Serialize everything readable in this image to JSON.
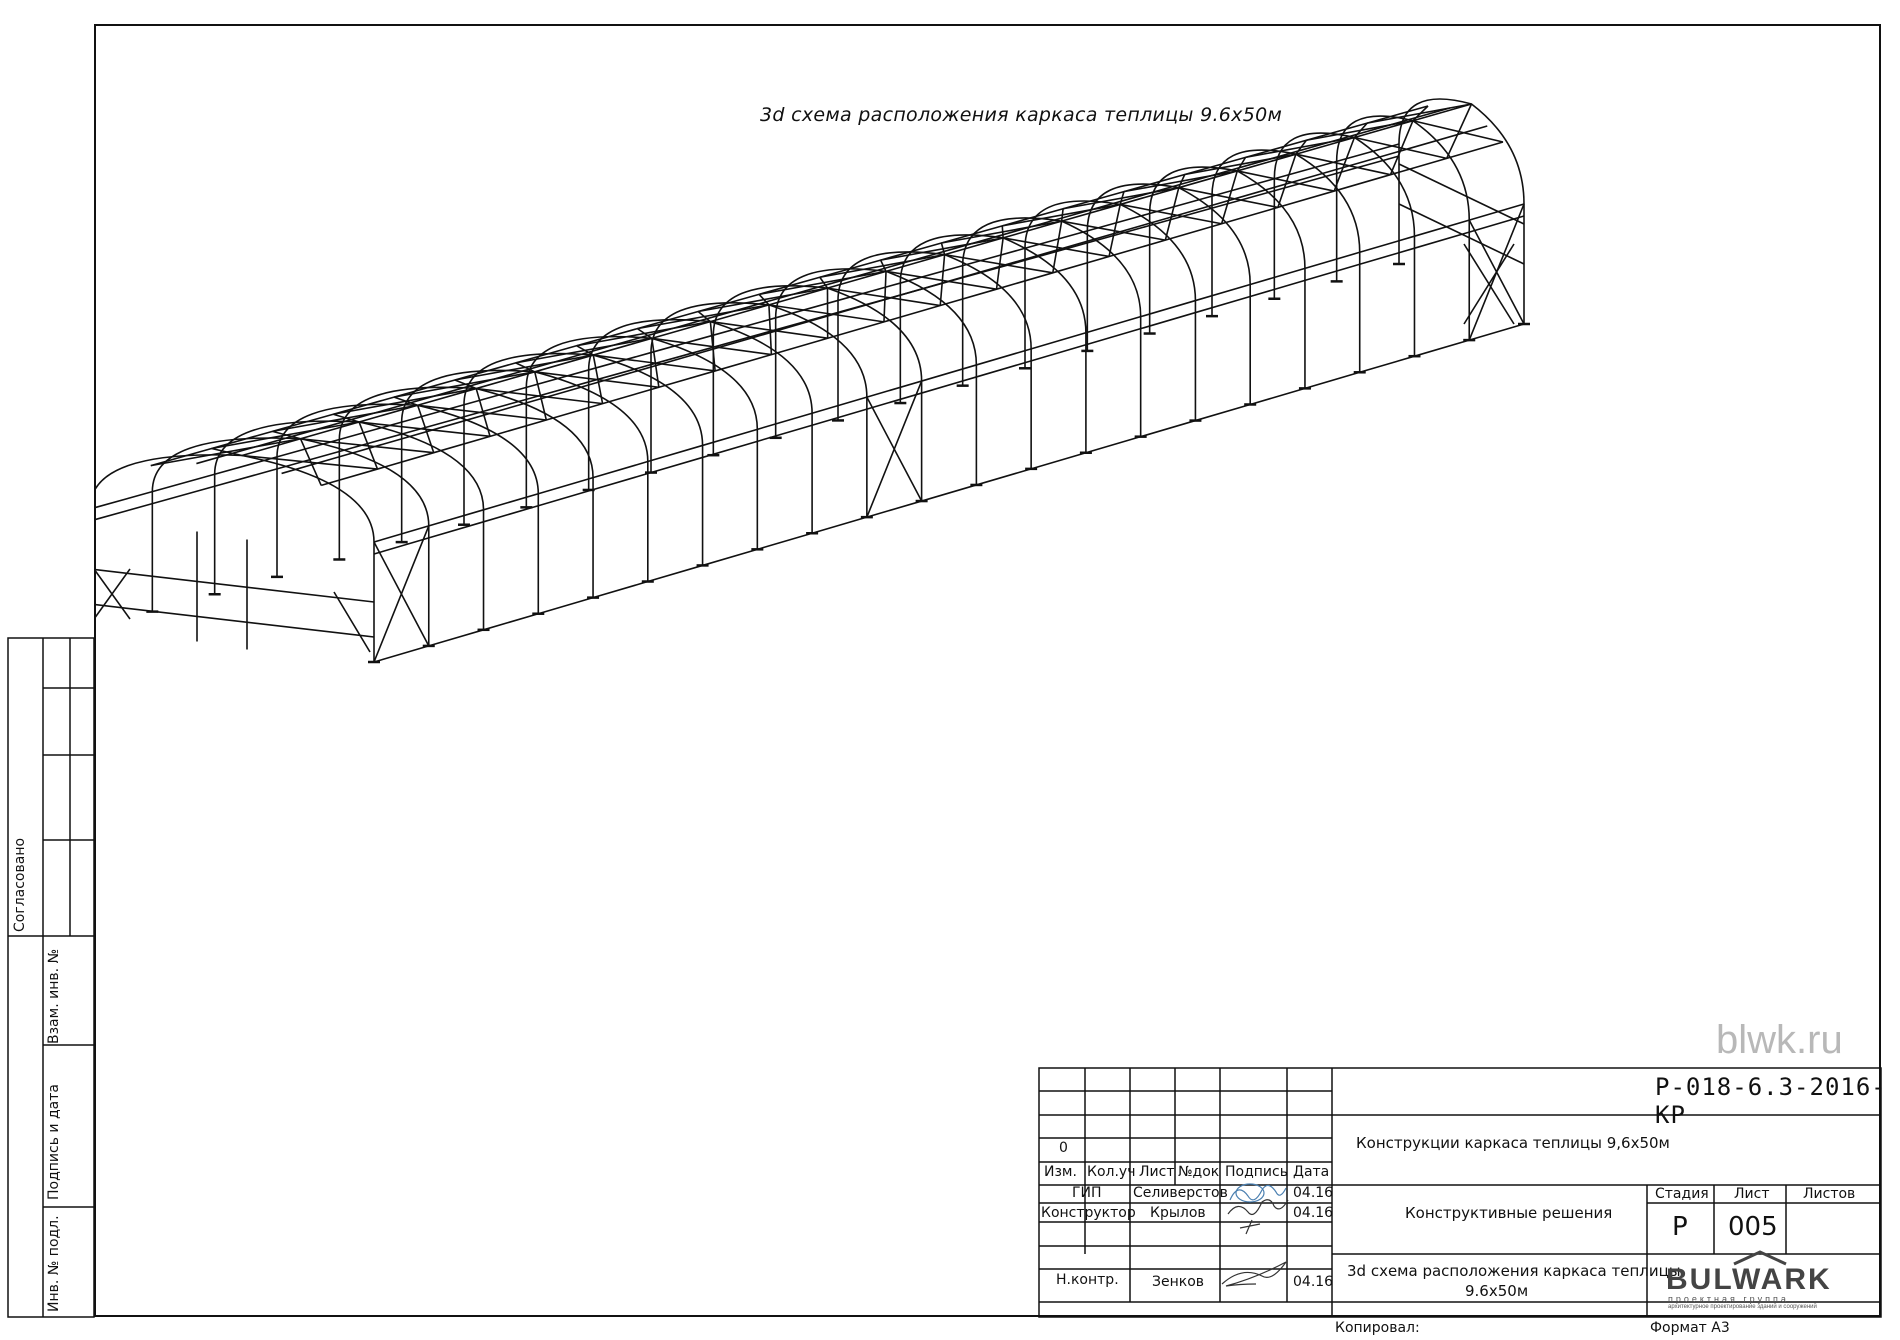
{
  "drawing_title": "3d схема расположения каркаса теплицы 9.6х50м",
  "watermark": "blwk.ru",
  "side_stamp": {
    "agreed": "Согласовано",
    "ref_inv": "Взам. инв. №",
    "sign_date": "Подпись и дата",
    "inv_orig": "Инв. № подл."
  },
  "title_block": {
    "doc_code": "Р-018-6.3-2016-КР",
    "revision": "0",
    "headers": [
      "Изм.",
      "Кол.уч",
      "Лист",
      "№док",
      "Подпись",
      "Дата"
    ],
    "rows": [
      {
        "role": "ГИП",
        "name": "Селиверстов",
        "date": "04.16"
      },
      {
        "role": "Конструктор",
        "name": "Крылов",
        "date": "04.16"
      },
      {
        "role": "Н.контр.",
        "name": "Зенков",
        "date": "04.16"
      }
    ],
    "object_name": "Конструкции каркаса теплицы 9,6х50м",
    "section_name": "Конструктивные решения",
    "sheet_title_line1": "3d схема расположения каркаса теплицы",
    "sheet_title_line2": "9.6х50м",
    "stage_label": "Стадия",
    "sheet_label": "Лист",
    "sheets_label": "Листов",
    "stage_value": "Р",
    "sheet_value": "005",
    "sheets_value": "",
    "copied_label": "Копировал:",
    "format_label": "Формат А3",
    "brand": "BULWARK",
    "brand_sub": "проектная группа",
    "brand_tagline": "архитектурное проектирование зданий и сооружений"
  }
}
